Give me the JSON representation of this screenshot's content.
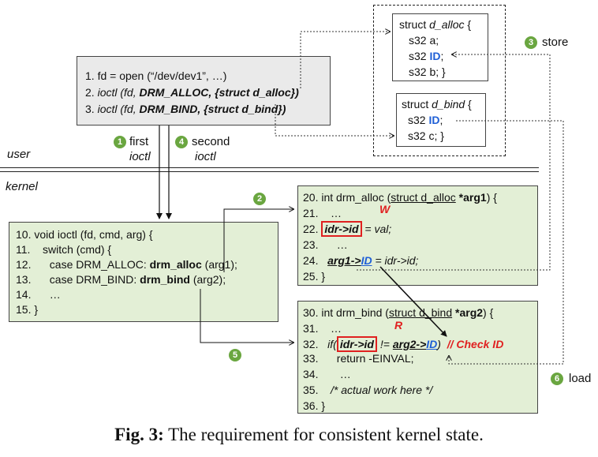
{
  "open_box": {
    "lines": [
      "1. fd = open (“/dev/dev1”, …)",
      "2. ioctl (fd, DRM_ALLOC, {struct d_alloc})",
      "3. ioctl (fd, DRM_BIND, {struct d_bind})"
    ],
    "l2_prefix": "2. ",
    "l2_pre": "ioctl (fd, ",
    "l2_bold": "DRM_ALLOC, {struct d_alloc})",
    "l3_prefix": "3. ",
    "l3_pre": "ioctl (fd, ",
    "l3_bold": "DRM_BIND, {struct d_bind})"
  },
  "d_alloc": {
    "head_pre": "struct ",
    "head_name": "d_alloc",
    "head_post": " {",
    "l1": "s32 a;",
    "l2_pre": "s32 ",
    "l2_id": "ID",
    "l2_post": ";",
    "l3": "s32 b; }"
  },
  "d_bind": {
    "head_pre": "struct ",
    "head_name": "d_bind",
    "head_post": " {",
    "l1_pre": "s32 ",
    "l1_id": "ID",
    "l1_post": ";",
    "l2": "s32 c; }"
  },
  "labels": {
    "user": "user",
    "kernel": "kernel",
    "first": "first",
    "first_ioctl": "ioctl",
    "second": "second",
    "second_ioctl": "ioctl",
    "store": "store",
    "load": "load"
  },
  "badges": [
    "1",
    "2",
    "3",
    "4",
    "5",
    "6"
  ],
  "ioctl_box": {
    "l10": "10. void ioctl (fd, cmd, arg) {",
    "l11": "11.    switch (cmd) {",
    "l12_pre": "12.      case DRM_ALLOC: ",
    "l12_bold": "drm_alloc",
    "l12_post": " (arg1);",
    "l13_pre": "13.      case DRM_BIND: ",
    "l13_bold": "drm_bind",
    "l13_post": " (arg2);",
    "l14": "14.      …",
    "l15": "15. }"
  },
  "alloc_box": {
    "l20_pre": "20. int drm_alloc (",
    "l20_ul": "struct d_alloc",
    "l20_bold": " *arg1",
    "l20_post": ") {",
    "l21": "21.    …",
    "w_mark": "W",
    "l22_num": "22.",
    "l22_hl": "idr->id",
    "l22_post": " = val;",
    "l23": "23.      …",
    "l24_num": "24.",
    "l24_b": "arg1->",
    "l24_id": "ID",
    "l24_post": " = idr->id;",
    "l25": "25. }"
  },
  "bind_box": {
    "l30_pre": "30. int drm_bind (",
    "l30_ul": "struct d_bind",
    "l30_bold": " *arg2",
    "l30_post": ") {",
    "l31": "31.    …",
    "r_mark": "R",
    "l32_num": "32.",
    "l32_if": "if(",
    "l32_hl": "idr->id",
    "l32_ne": " != ",
    "l32_b": "arg2->",
    "l32_id": "ID",
    "l32_close": ")",
    "l32_comment": "// Check ID",
    "l33": "33.      return -EINVAL;",
    "l34": "34.       …",
    "l35_num": "35.",
    "l35_comment": "/* actual work here */",
    "l36": "36. }"
  },
  "caption": {
    "fig": "Fig. 3:",
    "text": " The requirement for consistent kernel state."
  },
  "colors": {
    "green_box": "#e3efd6",
    "badge": "#6aa640",
    "highlight": "#e02020",
    "id_blue": "#1f5fd6"
  }
}
